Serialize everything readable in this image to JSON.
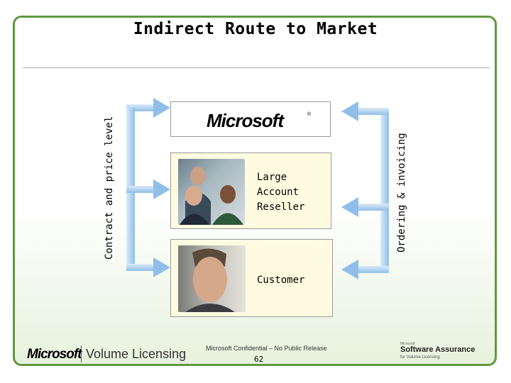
{
  "title": "Indirect Route to Market",
  "left_label": "Contract and price level",
  "right_label": "Ordering & invoicing",
  "boxes": {
    "microsoft_logo": "Microsoft",
    "microsoft_reg": "®",
    "reseller_lines": [
      "Large",
      "Account",
      "Reseller"
    ],
    "customer_label": "Customer"
  },
  "footer": {
    "brand": "Microsoft",
    "product": "Volume Licensing",
    "confidential": "Microsoft Confidential – No Public Release",
    "page": "62",
    "sa_prefix": "Microsoft",
    "sa_title": "Software Assurance",
    "sa_subtitle": "for Volume Licensing"
  },
  "colors": {
    "frame": "#5f9a3e",
    "arrow_light": "#cfe4f6",
    "arrow_dark": "#6aa7e0",
    "box_fill": "#fffbe0"
  }
}
